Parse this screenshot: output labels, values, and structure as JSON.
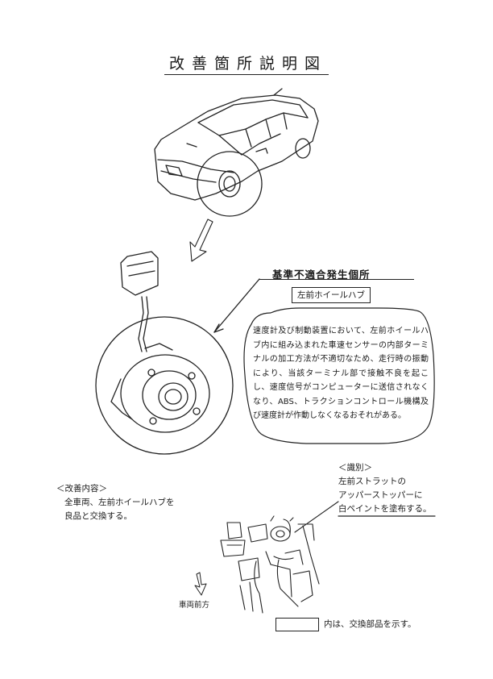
{
  "title": "改善箇所説明図",
  "section": {
    "heading": "基準不適合発生個所",
    "part_label": "左前ホイールハブ",
    "description": "速度計及び制動装置において、左前ホイールハブ内に組み込まれた車速センサーの内部ターミナルの加工方法が不適切なため、走行時の振動により、当該ターミナル部で接触不良を起こし、速度信号がコンピューターに送信されなくなり、ABS、トラクションコントロール機構及び速度計が作動しなくなるおそれがある。"
  },
  "remedy": {
    "title": "＜改善内容＞",
    "line1": "全車両、左前ホイールハブを",
    "line2": "良品と交換する。"
  },
  "identification": {
    "title": "＜識別＞",
    "line1": "左前ストラットの",
    "line2": "アッパーストッパーに",
    "line3": "白ペイントを塗布する。"
  },
  "front_label": "車両前方",
  "legend": "内は、交換部品を示す。"
}
